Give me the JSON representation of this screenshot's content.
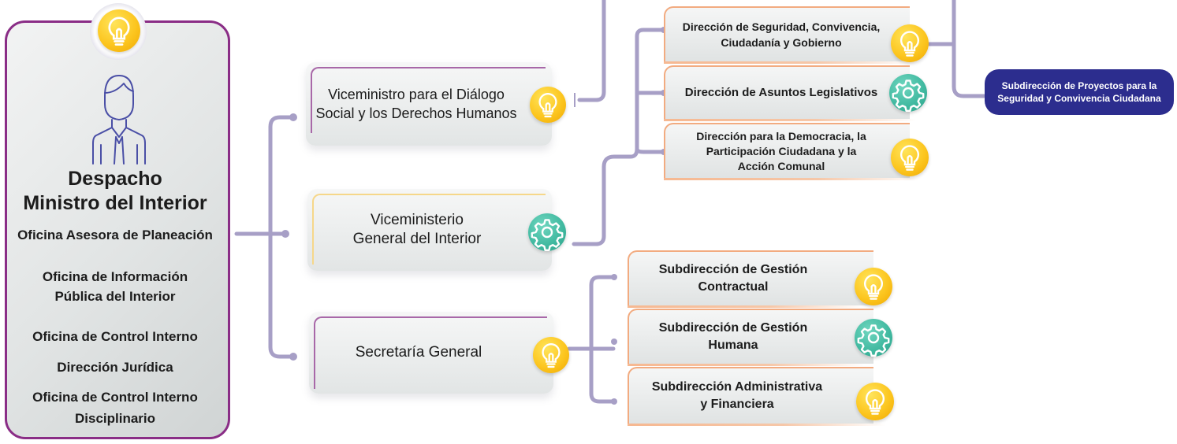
{
  "minister": {
    "title_line1": "Despacho",
    "title_line2": "Ministro del Interior",
    "offices": [
      "Oficina Asesora de Planeación",
      "Oficina de Información",
      "Pública del Interior",
      "Oficina de Control Interno",
      "Dirección Jurídica",
      "Oficina de Control Interno",
      "Disciplinario"
    ]
  },
  "level1": [
    {
      "line1": "Viceministro para el Diálogo",
      "line2": "Social y los Derechos Humanos",
      "icon": "lightbulb-icon"
    },
    {
      "line1": "Viceministerio",
      "line2": "General del Interior",
      "icon": "gear-icon"
    },
    {
      "line1": "Secretaría General",
      "line2": "",
      "icon": "lightbulb-icon"
    }
  ],
  "directions": [
    {
      "line1": "Dirección de Seguridad, Convivencia,",
      "line2": "Ciudadanía y Gobierno",
      "line3": "",
      "icon": "lightbulb-icon"
    },
    {
      "line1": "Dirección de Asuntos Legislativos",
      "line2": "",
      "line3": "",
      "icon": "gear-icon"
    },
    {
      "line1": "Dirección para la Democracia, la",
      "line2": "Participación Ciudadana y la",
      "line3": "Acción Comunal",
      "icon": "lightbulb-icon"
    }
  ],
  "subdirections": [
    {
      "line1": "Subdirección de Gestión",
      "line2": "Contractual",
      "icon": "lightbulb-icon"
    },
    {
      "line1": "Subdirección de Gestión",
      "line2": "Humana",
      "icon": "gear-icon"
    },
    {
      "line1": "Subdirección Administrativa",
      "line2": "y Financiera",
      "icon": "lightbulb-icon"
    }
  ],
  "security_subdirection": {
    "line1": "Subdirección de Proyectos para la",
    "line2": "Seguridad y Convivencia Ciudadana"
  },
  "colors": {
    "panel_border": "#8a2d86",
    "connector": "#a79fc6",
    "bulb": "#fcc620",
    "gear": "#3fb89f",
    "pill": "#2c2d8e",
    "card_orange": "#f2ab80"
  }
}
